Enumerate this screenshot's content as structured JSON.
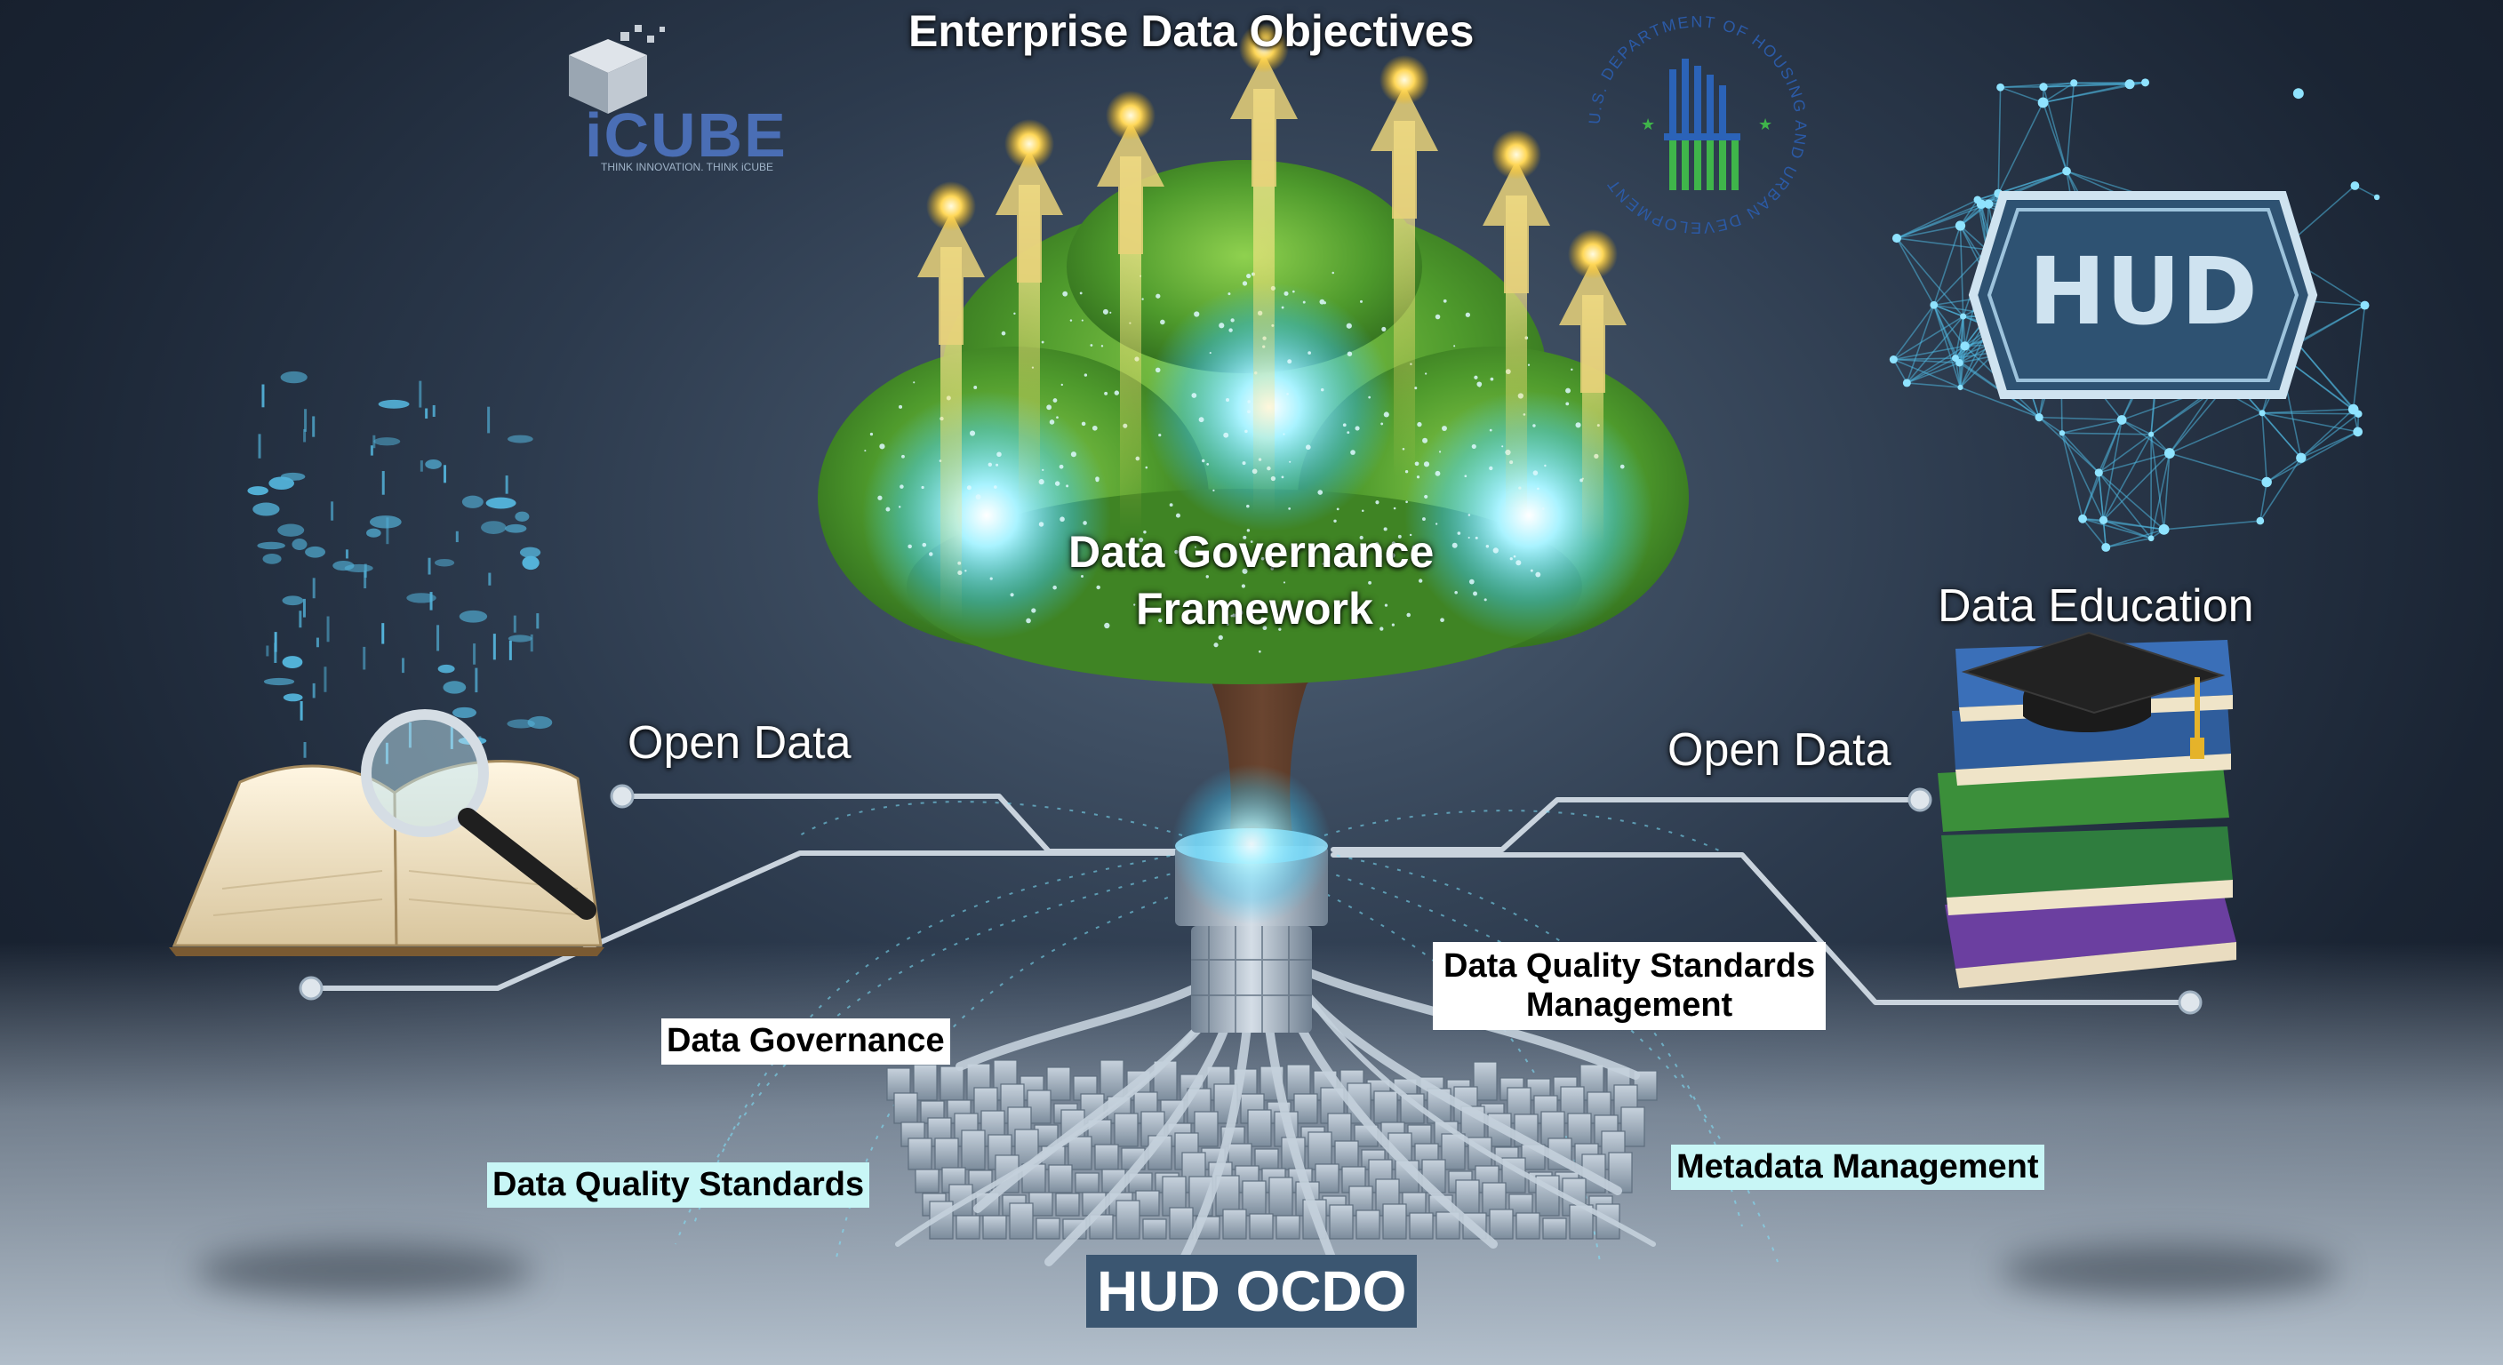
{
  "header": {
    "title": "Enterprise Data Objectives"
  },
  "logos": {
    "icube": {
      "name": "iCUBE",
      "tagline": "THINK INNOVATION. THINK iCUBE"
    },
    "hud_seal": {
      "text": "U.S. DEPARTMENT OF HOUSING AND URBAN DEVELOPMENT"
    },
    "hud_badge": {
      "text": "HUD"
    }
  },
  "tree": {
    "canopy_label_line1": "Data Governance",
    "canopy_label_line2": "Framework"
  },
  "labels": {
    "open_data_left": "Open Data",
    "open_data_right": "Open Data",
    "data_education": "Data Education",
    "dq_standards_mgmt_line1": "Data Quality Standards",
    "dq_standards_mgmt_line2": "Management",
    "data_governance": "Data Governance",
    "data_quality_standards": "Data Quality Standards",
    "metadata_management": "Metadata Management",
    "hud_ocdo": "HUD OCDO"
  },
  "colors": {
    "glow": "#7fe6ff",
    "canopy": "#4e9a2c",
    "arrow_light": "#ffd85a",
    "label_cyan_bg": "#c8f6f6",
    "title_box_bg": "#3b5671",
    "hud_badge_fill": "#2e5272"
  }
}
